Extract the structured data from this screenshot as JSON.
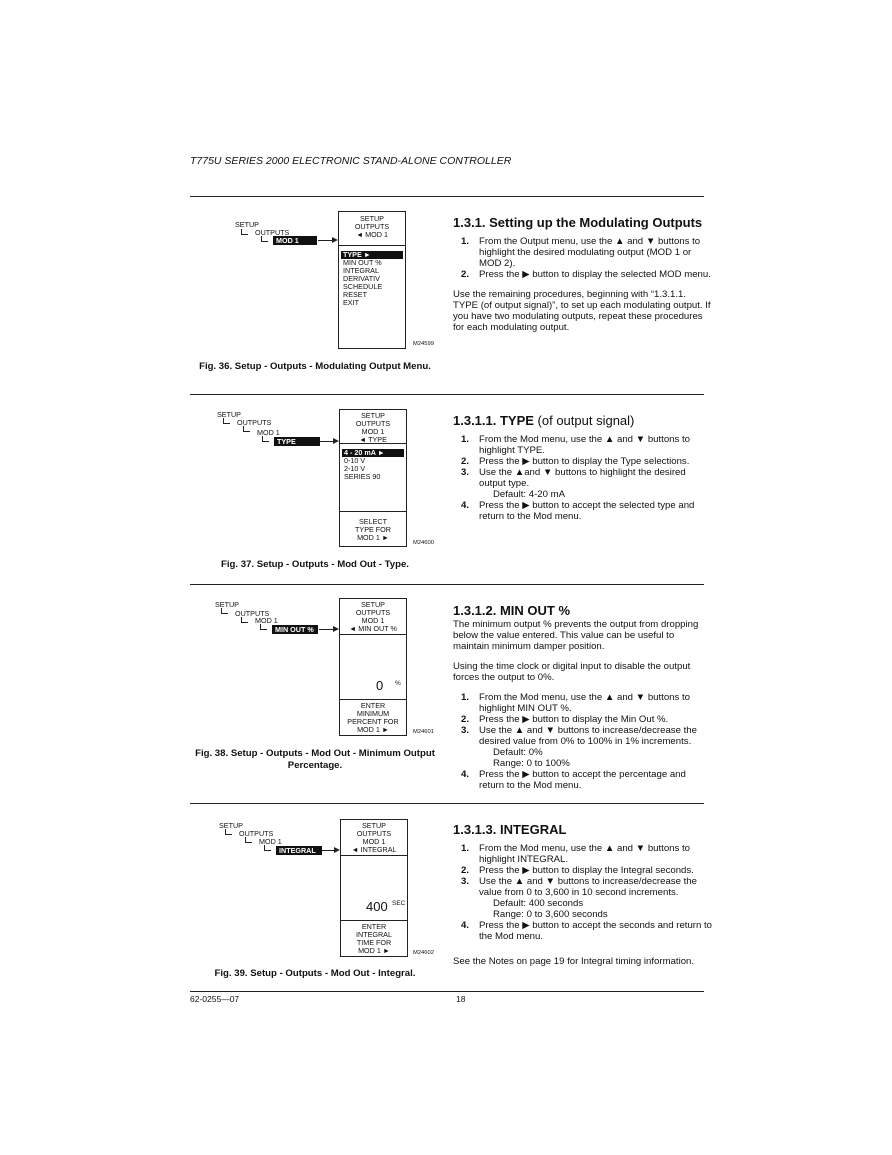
{
  "header": "T775U SERIES 2000 ELECTRONIC STAND-ALONE CONTROLLER",
  "footer": {
    "doc_number": "62-0255—07",
    "page": "18"
  },
  "figures": [
    {
      "tree": [
        "SETUP",
        "OUTPUTS",
        "MOD 1"
      ],
      "screen": {
        "header": [
          "SETUP",
          "OUTPUTS",
          "◄ MOD 1"
        ],
        "items": [
          "TYPE ►",
          "MIN OUT %",
          "INTEGRAL",
          "DERIVATIV",
          "SCHEDULE",
          "RESET",
          "EXIT"
        ]
      },
      "code": "M24599",
      "caption": "Fig. 36. Setup - Outputs - Modulating Output Menu."
    },
    {
      "tree": [
        "SETUP",
        "OUTPUTS",
        "MOD 1",
        "TYPE"
      ],
      "screen": {
        "header": [
          "SETUP",
          "OUTPUTS",
          "MOD 1",
          "◄  TYPE"
        ],
        "items": [
          "4 - 20 mA ►",
          "0-10 V",
          "2-10 V",
          "SERIES 90"
        ],
        "footer": [
          "SELECT",
          "TYPE FOR",
          "  MOD 1 ►"
        ]
      },
      "code": "M24600",
      "caption": "Fig. 37. Setup - Outputs - Mod Out - Type."
    },
    {
      "tree": [
        "SETUP",
        "OUTPUTS",
        "MOD 1",
        "MIN OUT %"
      ],
      "screen": {
        "header": [
          "SETUP",
          "OUTPUTS",
          "MOD 1",
          "◄ MIN OUT %"
        ],
        "value": "0",
        "unit": "%",
        "footer": [
          "ENTER",
          "MINIMUM",
          "PERCENT FOR",
          "  MOD 1 ►"
        ]
      },
      "code": "M24601",
      "caption": [
        "Fig. 38. Setup - Outputs - Mod Out - Minimum Output",
        "Percentage."
      ]
    },
    {
      "tree": [
        "SETUP",
        "OUTPUTS",
        "MOD 1",
        "INTEGRAL"
      ],
      "screen": {
        "header": [
          "SETUP",
          "OUTPUTS",
          "MOD 1",
          "◄ INTEGRAL"
        ],
        "value": "400",
        "unit": "SEC",
        "footer": [
          "ENTER",
          "INTEGRAL",
          "TIME FOR",
          "  MOD 1 ►"
        ]
      },
      "code": "M24602",
      "caption": "Fig. 39. Setup - Outputs - Mod Out - Integral."
    }
  ],
  "sections": [
    {
      "title": "1.3.1. Setting up the Modulating Outputs",
      "steps": [
        {
          "n": "1.",
          "text": "From the Output menu, use the ▲ and ▼ buttons to highlight the desired modulating output (MOD 1 or MOD 2)."
        },
        {
          "n": "2.",
          "text": "Press the ▶ button to display the selected MOD menu."
        }
      ],
      "paragraph": "Use the remaining procedures, beginning with “1.3.1.1. TYPE (of output signal)”, to set up each modulating output. If you have two modulating outputs, repeat these procedures for each modulating output."
    },
    {
      "title_bold": "1.3.1.1. TYPE",
      "title_light": " (of output signal)",
      "steps": [
        {
          "n": "1.",
          "text": "From the Mod menu, use the ▲ and ▼ buttons to highlight TYPE."
        },
        {
          "n": "2.",
          "text": "Press the ▶ button to display the Type selections."
        },
        {
          "n": "3.",
          "text": "Use the ▲and ▼ buttons to highlight the desired output type.",
          "sub": [
            "Default: 4-20 mA"
          ]
        },
        {
          "n": "4.",
          "text": "Press the ▶ button to accept the selected type and return to the Mod menu."
        }
      ]
    },
    {
      "title": "1.3.1.2. MIN OUT %",
      "intro": [
        "The minimum output % prevents the output from dropping below the value entered. This value can be useful to maintain minimum damper position.",
        "Using the time clock or digital input to disable the output forces the output to 0%."
      ],
      "steps": [
        {
          "n": "1.",
          "text": "From the Mod menu, use the ▲ and ▼ buttons to highlight MIN OUT %."
        },
        {
          "n": "2.",
          "text": "Press the ▶ button to display the Min Out %."
        },
        {
          "n": "3.",
          "text": "Use the ▲ and ▼ buttons to increase/decrease the desired value from 0% to 100% in 1% increments.",
          "sub": [
            "Default: 0%",
            "Range: 0 to 100%"
          ]
        },
        {
          "n": "4.",
          "text": "Press the ▶ button to accept the percentage and return to the Mod menu."
        }
      ]
    },
    {
      "title": "1.3.1.3. INTEGRAL",
      "steps": [
        {
          "n": "1.",
          "text": "From the Mod menu, use the ▲ and ▼ buttons to highlight INTEGRAL."
        },
        {
          "n": "2.",
          "text": "Press the ▶ button to display the Integral seconds."
        },
        {
          "n": "3.",
          "text": "Use the ▲ and ▼ buttons to increase/decrease the value from 0 to 3,600 in 10 second increments.",
          "sub": [
            "Default: 400 seconds",
            "Range: 0 to 3,600 seconds"
          ]
        },
        {
          "n": "4.",
          "text": "Press the ▶ button to accept the seconds and return to the Mod menu."
        }
      ],
      "note": "See the Notes on page 19 for Integral timing information."
    }
  ]
}
